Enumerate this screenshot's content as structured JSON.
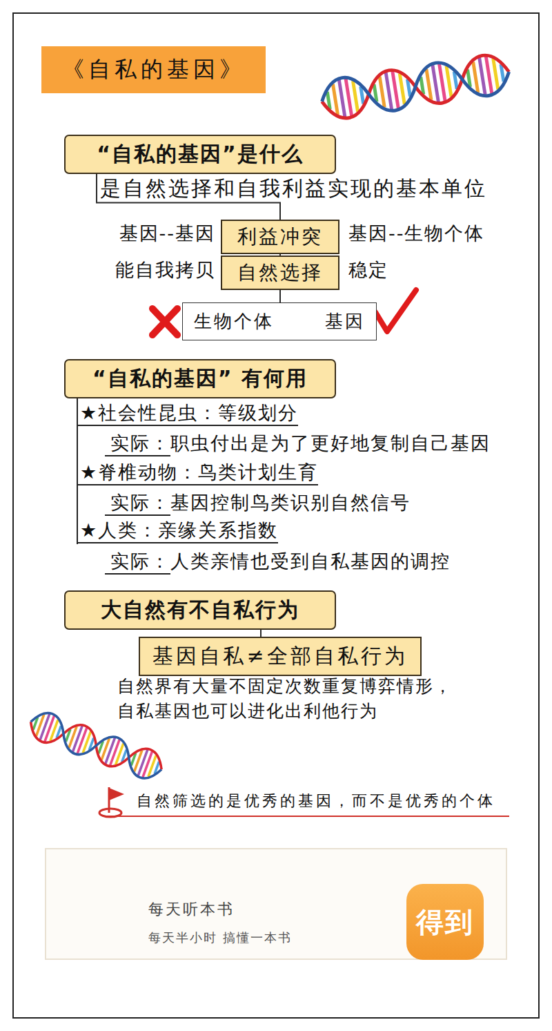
{
  "diagram": {
    "title": "《自私的基因》",
    "nodes": [
      {
        "text": [
          "“自私的基因”是什么"
        ]
      },
      {
        "text": [
          "利益冲突"
        ]
      },
      {
        "text": [
          "自然选择"
        ]
      },
      {
        "text": [
          "生物个体",
          "基因"
        ]
      },
      {
        "text": [
          "“自私的基因” 有何用"
        ]
      },
      {
        "text": [
          "大自然有不自私行为"
        ]
      },
      {
        "text": [
          "基因自私≠全部自私行为"
        ]
      },
      {
        "text": [
          "每天听本书",
          "每天半小时 搞懂一本书"
        ]
      },
      {
        "text": [
          "得到"
        ],
        "in": 7
      }
    ],
    "edges": [
      {
        "from": 0,
        "to": 1,
        "arrow": "none"
      },
      {
        "from": 1,
        "to": 2,
        "arrow": "none"
      },
      {
        "from": 2,
        "to": 3,
        "arrow": "none"
      },
      {
        "from": 5,
        "to": 6,
        "arrow": "none"
      }
    ],
    "labels": [
      "是自然选择和自我利益实现的基本单位",
      "基因--基因",
      "基因--生物个体",
      "能自我拷贝",
      "稳定",
      "★社会性昆虫：等级划分",
      "实际：",
      "职虫付出是为了更好地复制自己基因",
      "★脊椎动物：鸟类计划生育",
      "实际：",
      "基因控制鸟类识别自然信号",
      "★人类：亲缘关系指数",
      "实际：",
      "人类亲情也受到自私基因的调控",
      "自然界有大量不固定次数重复博弈情形， 自私基因也可以进化出利他行为",
      "自然筛选的是优秀的基因，而不是优秀的个体"
    ]
  }
}
